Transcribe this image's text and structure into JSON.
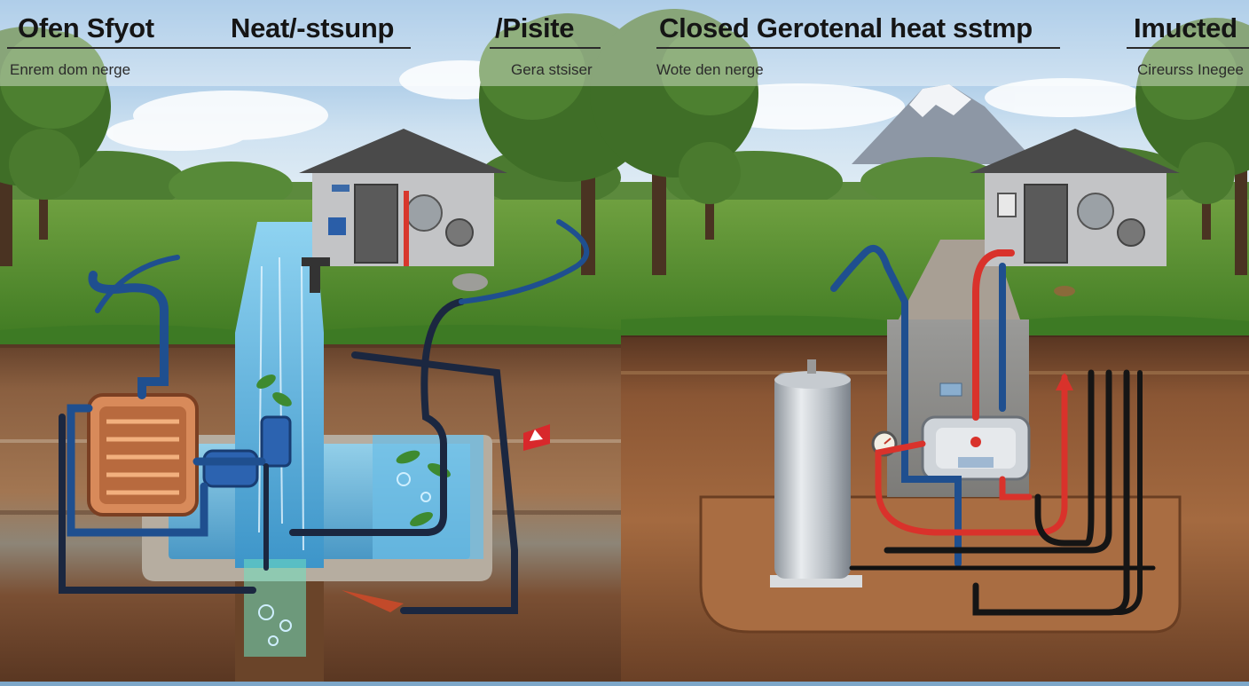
{
  "panels": {
    "left": {
      "titles": [
        "Ofen Sfyot",
        "Neat/-stsunp",
        "/Pisite"
      ],
      "subtitles": [
        "Enrem dom nerge",
        "Gera stsiser"
      ]
    },
    "right": {
      "titles": [
        "Closed Gerotenal heat sstmp",
        "Imucted"
      ],
      "subtitles": [
        "Wote den nerge",
        "Cireurss Inegee"
      ]
    }
  },
  "colors": {
    "sky": "#9cc3e4",
    "grass": "#4f8a2c",
    "soil_top": "#6b4630",
    "soil_mid": "#8a5a3a",
    "soil_deep": "#5c3a25",
    "water": "#5fb3df",
    "pipe_blue": "#1f4f8f",
    "pipe_red": "#d9322b",
    "pipe_black": "#1b1b1b",
    "house_wall": "#c9c9c9",
    "tank": "#b9bec4"
  },
  "icons": [
    "house-icon",
    "pump-icon",
    "heat-exchanger-icon",
    "water-channel-icon",
    "warning-sign-icon",
    "storage-tank-icon",
    "manifold-icon",
    "pressure-gauge-icon",
    "mountain-icon",
    "tree-icon",
    "flow-arrow-icon"
  ]
}
